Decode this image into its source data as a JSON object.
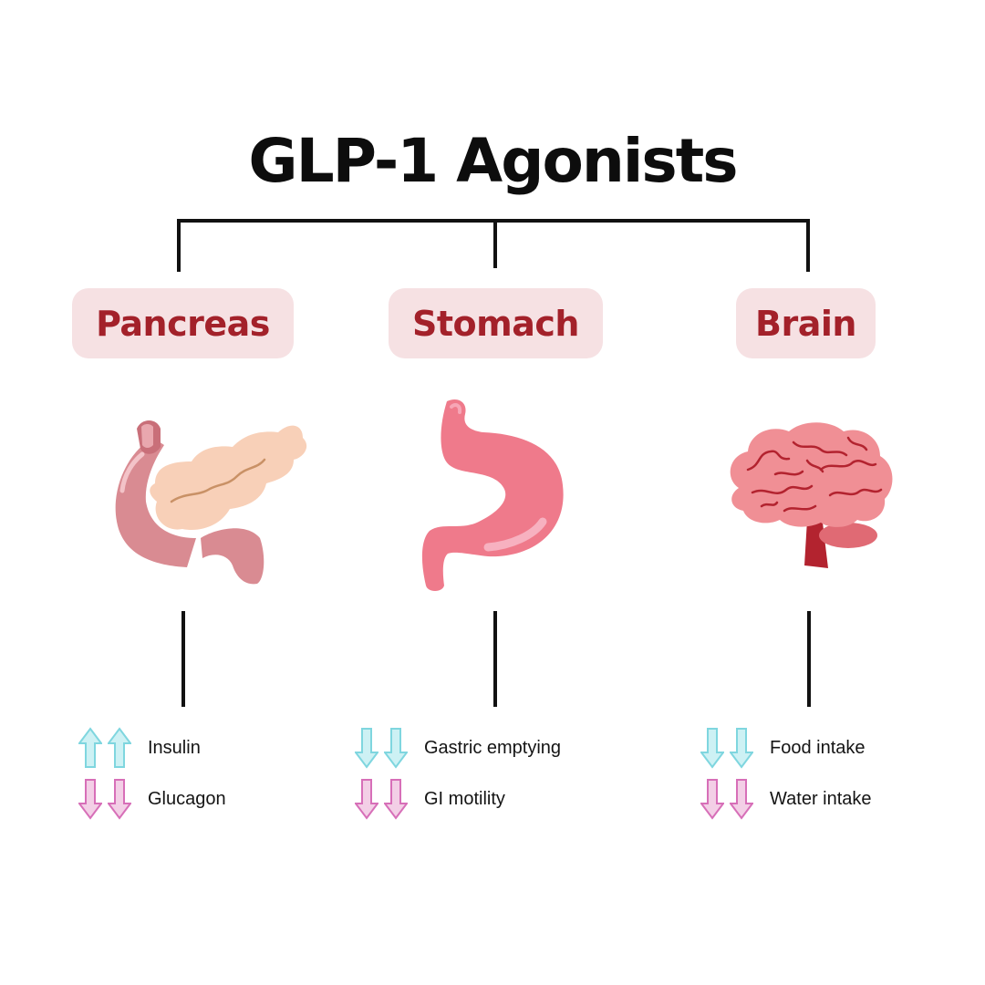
{
  "title": "GLP-1 Agonists",
  "colors": {
    "label_bg": "#f6e1e3",
    "label_text": "#a3212a",
    "line": "#111111",
    "up_arrow": "#7fd6df",
    "down_arrow_blue": "#7fd6df",
    "down_arrow_pink": "#d76fb8"
  },
  "organs": [
    {
      "name": "Pancreas",
      "icon": "pancreas-icon",
      "effects": [
        {
          "direction": "increase",
          "color": "blue",
          "label": "Insulin"
        },
        {
          "direction": "decrease",
          "color": "pink",
          "label": "Glucagon"
        }
      ]
    },
    {
      "name": "Stomach",
      "icon": "stomach-icon",
      "effects": [
        {
          "direction": "decrease",
          "color": "blue",
          "label": "Gastric emptying"
        },
        {
          "direction": "decrease",
          "color": "pink",
          "label": "GI motility"
        }
      ]
    },
    {
      "name": "Brain",
      "icon": "brain-icon",
      "effects": [
        {
          "direction": "decrease",
          "color": "blue",
          "label": "Food intake"
        },
        {
          "direction": "decrease",
          "color": "pink",
          "label": "Water intake"
        }
      ]
    }
  ]
}
